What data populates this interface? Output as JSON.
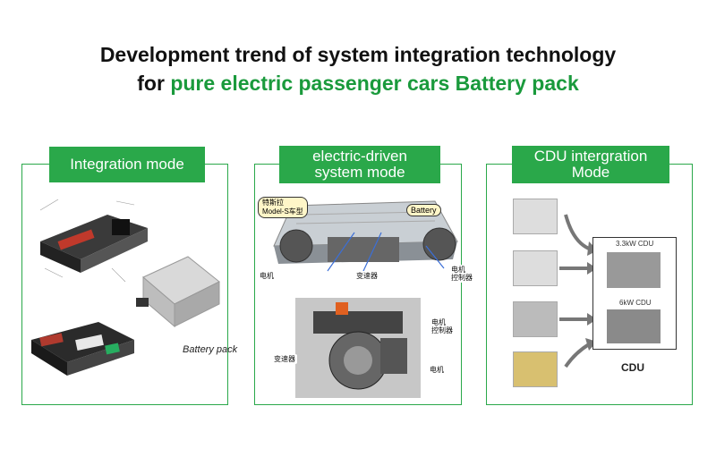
{
  "title": {
    "line1": "Development trend of system integration technology",
    "line2_prefix": "for ",
    "line2_highlight": "pure electric passenger cars Battery pack"
  },
  "panels": {
    "integration": {
      "tab": "Integration mode",
      "battery_pack_label": "Battery pack"
    },
    "electric_driven": {
      "tab_line1": "electric-driven",
      "tab_line2": "system mode",
      "bubble_model": "特斯拉\nModel-S车型",
      "bubble_battery": "Battery",
      "label_motor_left": "电机",
      "label_reducer_top": "变速器",
      "label_controller_right": "电机\n控制器",
      "label_controller_bottom": "电机\n控制器",
      "label_reducer_bottom": "变速器",
      "label_motor_bottom": "电机"
    },
    "cdu": {
      "tab_line1": "CDU intergration",
      "tab_line2": "Mode",
      "unit_top": "3.3kW CDU",
      "unit_bottom": "6kW CDU",
      "caption": "CDU"
    }
  },
  "colors": {
    "accent_green": "#2aa84a",
    "title_green": "#1a9a3c"
  }
}
